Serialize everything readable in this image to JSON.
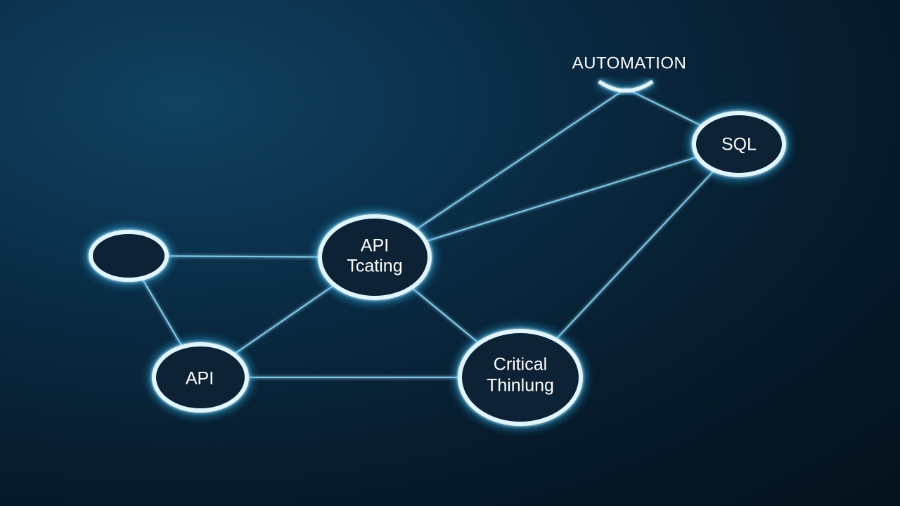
{
  "diagram": {
    "top_label": "AUTOMATION",
    "nodes": [
      {
        "id": "sql",
        "label_lines": [
          "SQL"
        ]
      },
      {
        "id": "api-testing",
        "label_lines": [
          "API",
          "Tcating"
        ]
      },
      {
        "id": "blank",
        "label_lines": []
      },
      {
        "id": "api",
        "label_lines": [
          "API"
        ]
      },
      {
        "id": "critical-thinking",
        "label_lines": [
          "Critical",
          "Thinlung"
        ]
      }
    ],
    "edges": [
      [
        "automation-arc",
        "sql"
      ],
      [
        "automation-arc",
        "api-testing"
      ],
      [
        "sql",
        "api-testing"
      ],
      [
        "sql",
        "critical-thinking"
      ],
      [
        "blank",
        "api-testing"
      ],
      [
        "blank",
        "api"
      ],
      [
        "api",
        "api-testing"
      ],
      [
        "api",
        "critical-thinking"
      ],
      [
        "api-testing",
        "critical-thinking"
      ]
    ]
  },
  "colors": {
    "background": "#0a2c45",
    "node_ring": "#dff6ff",
    "node_glow": "#33b6ef",
    "edge": "#8fd8f6"
  }
}
